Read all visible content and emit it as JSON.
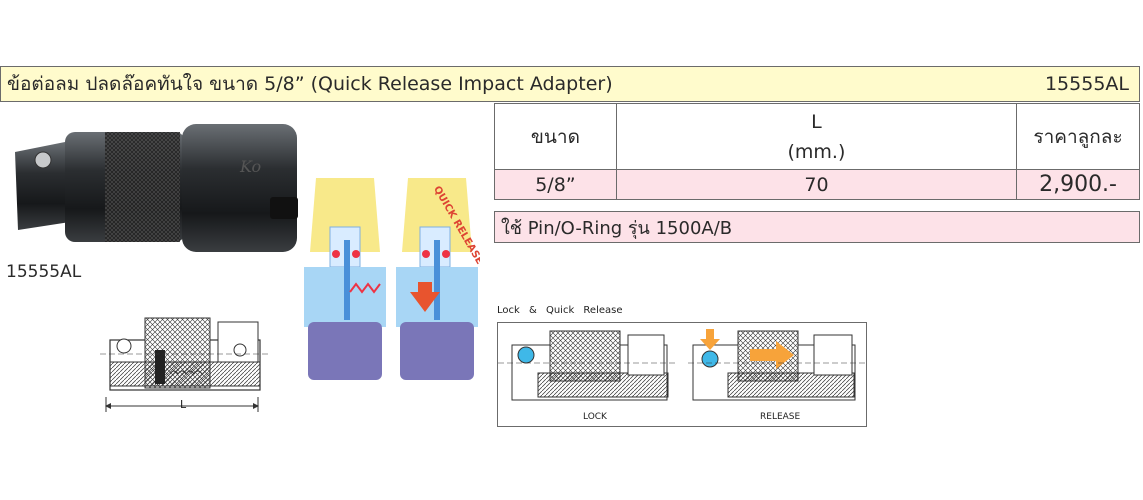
{
  "title": {
    "text": "ข้อต่อลม ปลดล๊อคทันใจ ขนาด 5/8” (Quick Release Impact Adapter)",
    "code": "15555AL"
  },
  "table": {
    "headers": {
      "size": "ขนาด",
      "length": "L",
      "length_unit": "(mm.)",
      "price": "ราคาลูกละ"
    },
    "rows": [
      {
        "size": "5/8”",
        "length": "70",
        "price": "2,900.-"
      }
    ]
  },
  "note": "ใช้ Pin/O-Ring รุ่น 1500A/B",
  "product_label": "15555AL",
  "diagram": {
    "dimension_label": "L",
    "quick_release_label": "QUICK RELEASE",
    "caption": "Lock & Quick Release",
    "lock_label": "LOCK",
    "release_label": "RELEASE"
  },
  "colors": {
    "title_bg": "#fffbcc",
    "row_bg": "#fde2e8",
    "border": "#6b6b6b",
    "arrow_orange": "#f7a33a",
    "ball_blue": "#3fb8e8"
  }
}
